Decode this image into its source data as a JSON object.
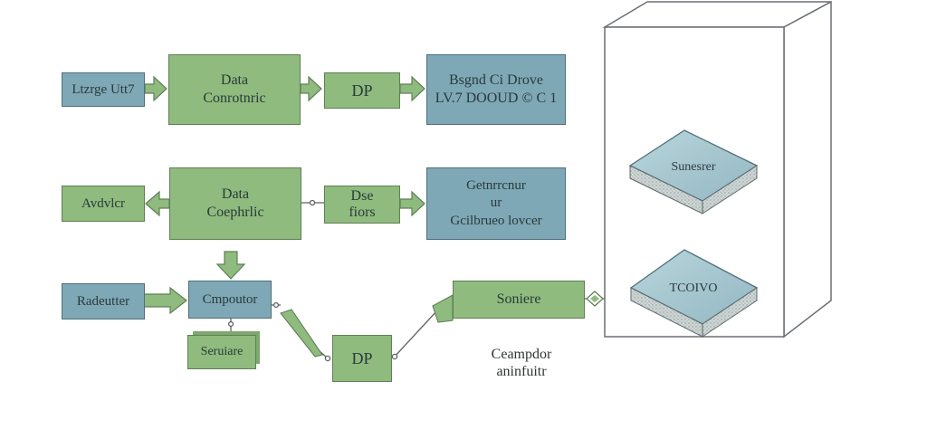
{
  "diagram": {
    "row1": {
      "source": "Ltzrge Utt7",
      "stage1": [
        "Data",
        "Conrotnric"
      ],
      "stage2": "DP",
      "output": [
        "Bsgnd  Ci  Drove",
        "LV.7 DOOUD © C 1"
      ]
    },
    "row2": {
      "source": "Avdvlcr",
      "stage1": [
        "Data",
        "Coephrlic"
      ],
      "stage2": [
        "Dse",
        "fiors"
      ],
      "output": [
        "Getnrrcnur",
        "ur",
        "Gcilbrueo lovcer"
      ]
    },
    "row3": {
      "source": "Radeutter",
      "node": "Cmpoutor",
      "sub": "Seruiare",
      "dp": "DP",
      "service": "Soniere",
      "caption": [
        "Ceampdor",
        "aninfuitr"
      ]
    },
    "cabinet": {
      "tile1": "Sunesrer",
      "tile2": "TCOIVO"
    }
  }
}
